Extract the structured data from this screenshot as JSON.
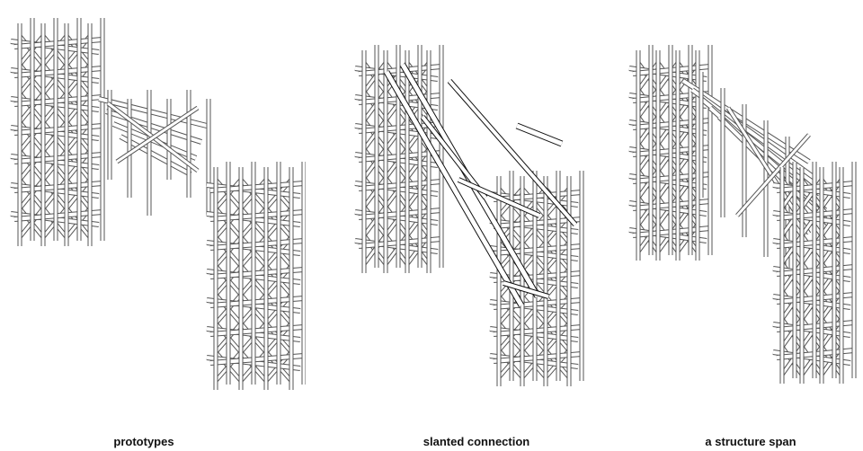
{
  "figure": {
    "panels": [
      {
        "id": "prototypes",
        "caption": "prototypes"
      },
      {
        "id": "slanted-connection",
        "caption": "slanted connection"
      },
      {
        "id": "structure-span",
        "caption": "a structure span"
      }
    ]
  },
  "colors": {
    "line": "#555555",
    "highlight": "#111111",
    "fill": "#ffffff"
  }
}
